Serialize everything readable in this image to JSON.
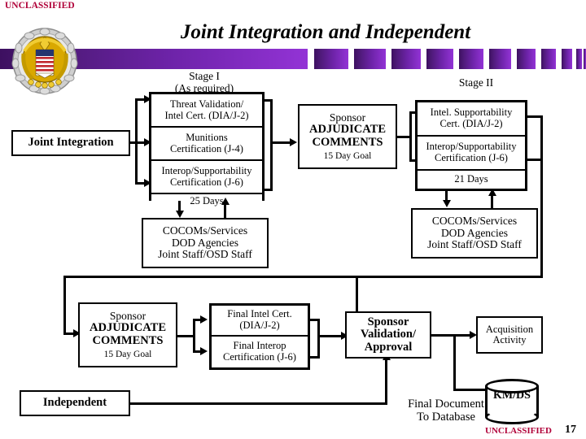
{
  "classification": {
    "top": "UNCLASSIFIED",
    "bottom": "UNCLASSIFIED",
    "page_number": "17",
    "color": "#b00038"
  },
  "title": "Joint Integration and Independent",
  "seal": {
    "name": "joint-chiefs-of-staff-seal"
  },
  "accent_color": "#7a25bb",
  "swimlanes": {
    "joint_integration": "Joint Integration",
    "independent": "Independent"
  },
  "stage_labels": {
    "stage1_line1": "Stage I",
    "stage1_line2": "(As required)",
    "stage2": "Stage II"
  },
  "stage1": {
    "rows": [
      {
        "line1": "Threat Validation/",
        "line2": "Intel Cert. (DIA/J-2)"
      },
      {
        "line1": "Munitions",
        "line2": "Certification (J-4)"
      },
      {
        "line1": "Interop/Supportability",
        "line2": "Certification (J-6)"
      }
    ],
    "duration": "25 Days"
  },
  "stage2": {
    "rows": [
      {
        "line1": "Intel. Supportability",
        "line2": "Cert. (DIA/J-2)"
      },
      {
        "line1": "Interop/Supportability",
        "line2": "Certification (J-6)"
      }
    ],
    "duration": "21 Days"
  },
  "sponsor_adjudicate_top": {
    "line1": "Sponsor",
    "line2": "ADJUDICATE",
    "line3": "COMMENTS",
    "goal": "15 Day Goal"
  },
  "sponsor_adjudicate_bottom": {
    "line1": "Sponsor",
    "line2": "ADJUDICATE",
    "line3": "COMMENTS",
    "goal": "15 Day Goal"
  },
  "reviewers_left": {
    "line1": "COCOMs/Services",
    "line2": "DOD Agencies",
    "line3": "Joint Staff/OSD Staff"
  },
  "reviewers_right": {
    "line1": "COCOMs/Services",
    "line2": "DOD Agencies",
    "line3": "Joint Staff/OSD Staff"
  },
  "final_certs": [
    {
      "line1": "Final Intel Cert.",
      "line2": "(DIA/J-2)"
    },
    {
      "line1": "Final Interop",
      "line2": "Certification (J-6)"
    }
  ],
  "sponsor_validation": {
    "line1": "Sponsor",
    "line2": "Validation/",
    "line3": "Approval"
  },
  "acquisition_activity": {
    "line1": "Acquisition",
    "line2": "Activity"
  },
  "final_document": {
    "line1": "Final Document",
    "line2": "To Database"
  },
  "database": {
    "label": "KM/DS"
  }
}
